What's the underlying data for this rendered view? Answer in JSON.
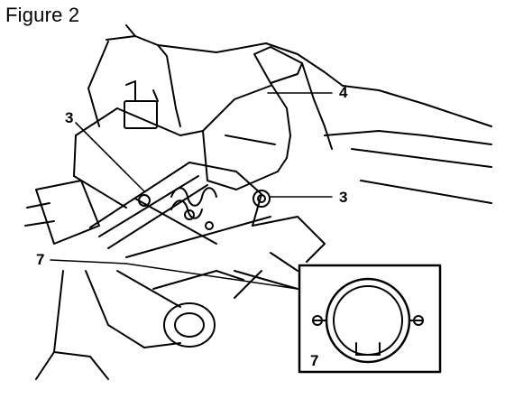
{
  "figure": {
    "title": "Figure 2",
    "callouts": {
      "c3_left": "3",
      "c4": "4",
      "c3_right": "3",
      "c7_main": "7",
      "c7_inset": "7"
    }
  },
  "colors": {
    "ink": "#000000",
    "paper": "#ffffff"
  }
}
